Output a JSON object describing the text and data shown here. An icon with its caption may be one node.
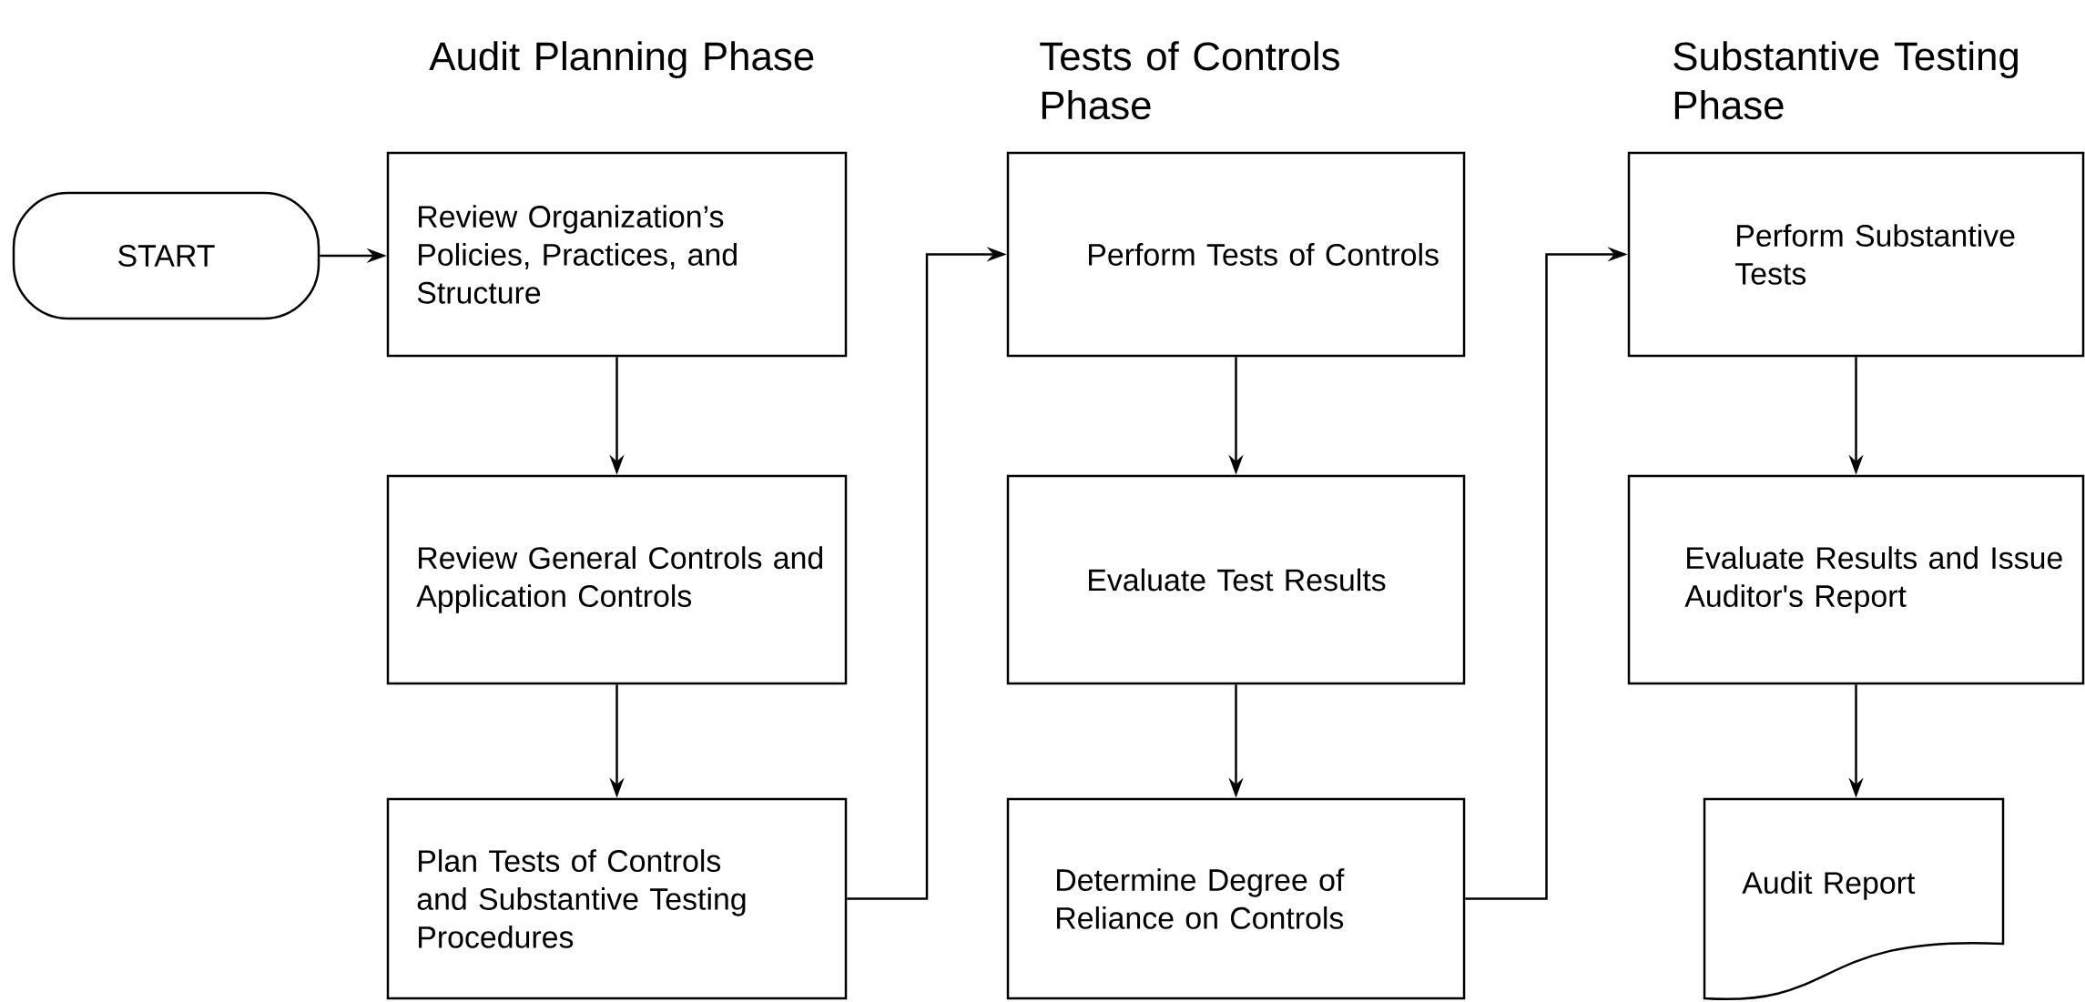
{
  "diagram": {
    "nodes": [
      {
        "text": [
          "START"
        ]
      },
      {
        "text": [
          "Review Organization’s Policies, Practices, and Structure"
        ]
      },
      {
        "text": [
          "Review General Controls and Application Controls"
        ]
      },
      {
        "text": [
          "Plan Tests of Controls and Substantive Testing Procedures"
        ]
      },
      {
        "text": [
          "Perform Tests of Controls"
        ]
      },
      {
        "text": [
          "Evaluate Test Results"
        ]
      },
      {
        "text": [
          "Determine Degree of Reliance on Controls"
        ]
      },
      {
        "text": [
          "Perform Substantive Tests"
        ]
      },
      {
        "text": [
          "Evaluate Results and Issue Auditor's Report"
        ]
      },
      {
        "text": [
          "Audit Report"
        ]
      }
    ],
    "edges": [
      {
        "from": 0,
        "to": 1,
        "arrow": "to"
      },
      {
        "from": 1,
        "to": 2,
        "arrow": "to"
      },
      {
        "from": 2,
        "to": 3,
        "arrow": "to"
      },
      {
        "from": 3,
        "to": 4,
        "arrow": "to"
      },
      {
        "from": 4,
        "to": 5,
        "arrow": "to"
      },
      {
        "from": 5,
        "to": 6,
        "arrow": "to"
      },
      {
        "from": 6,
        "to": 7,
        "arrow": "to"
      },
      {
        "from": 7,
        "to": 8,
        "arrow": "to"
      },
      {
        "from": 8,
        "to": 9,
        "arrow": "to"
      }
    ],
    "labels": [
      "Audit Planning Phase",
      "Tests of Controls Phase",
      "Substantive Testing Phase"
    ]
  }
}
